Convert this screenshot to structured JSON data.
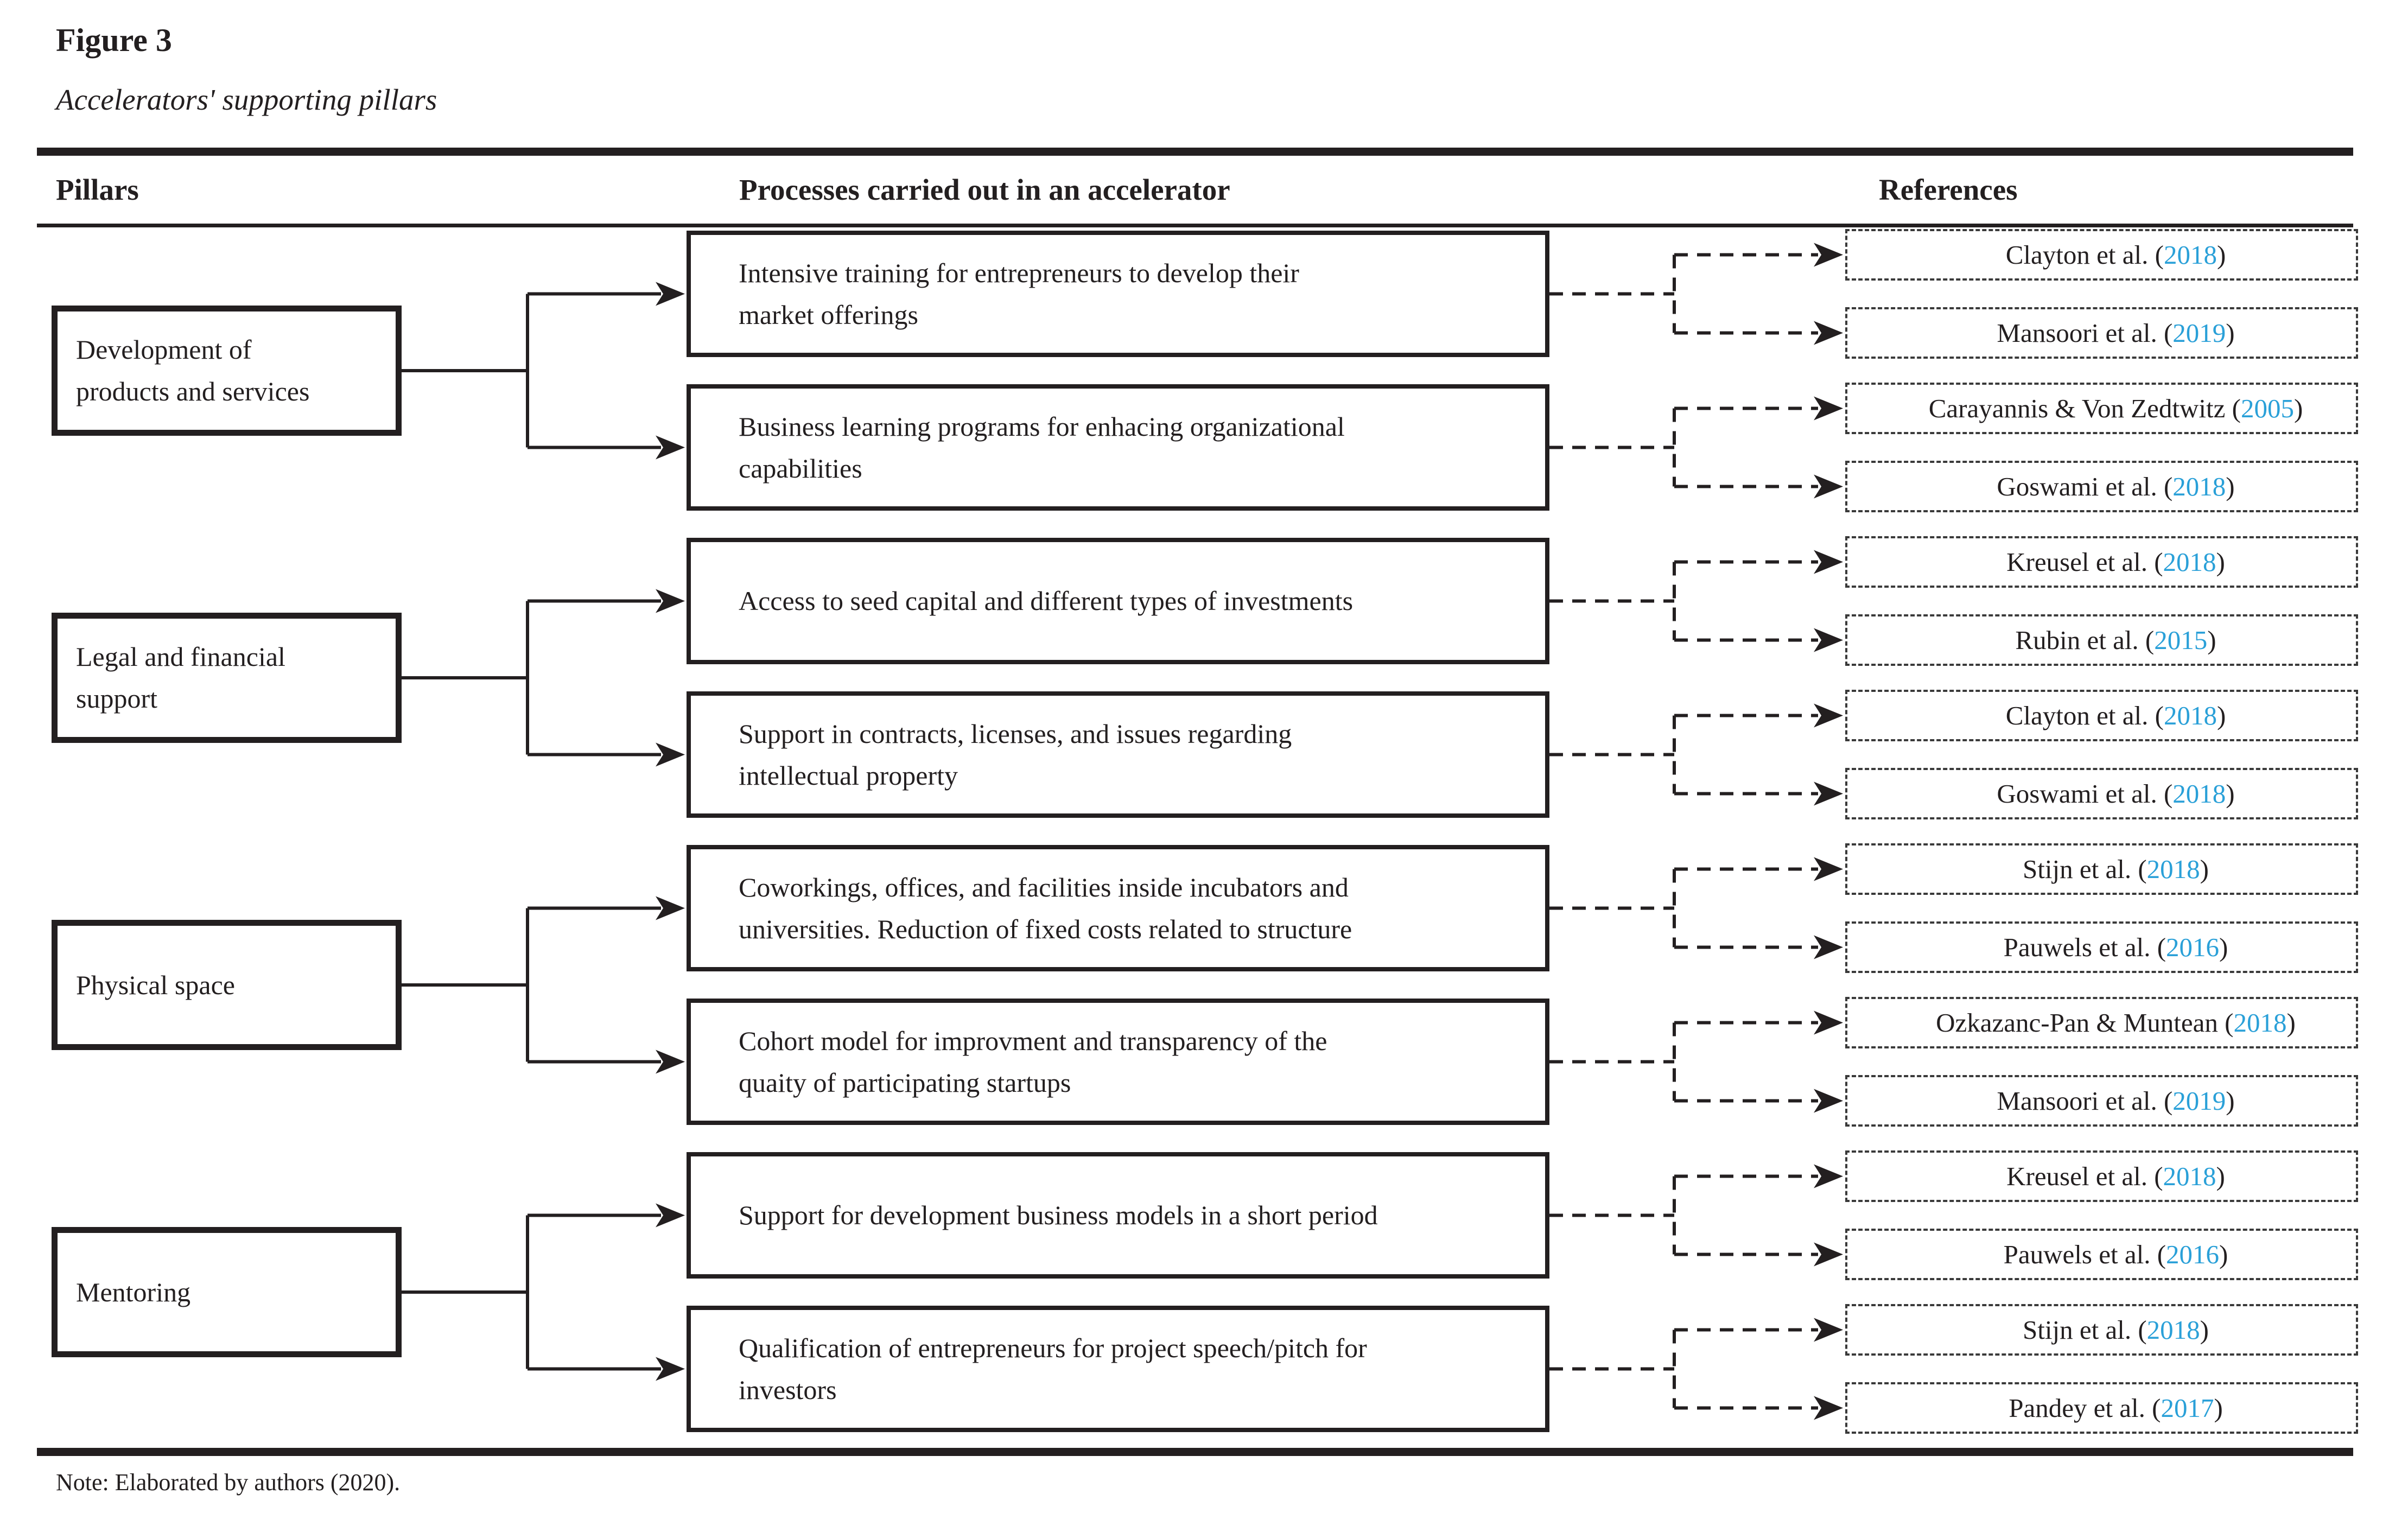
{
  "figure": {
    "label": "Figure 3",
    "caption": "Accelerators' supporting pillars",
    "note": "Note: Elaborated by authors (2020)."
  },
  "columns": {
    "pillars": "Pillars",
    "processes": "Processes carried out in an accelerator",
    "references": "References"
  },
  "pillars": [
    {
      "lines": [
        "Development of",
        "products and services"
      ]
    },
    {
      "lines": [
        "Legal and financial",
        "support"
      ]
    },
    {
      "lines": [
        "Physical space"
      ]
    },
    {
      "lines": [
        "Mentoring"
      ]
    }
  ],
  "processes": [
    {
      "lines": [
        "Intensive training for entrepreneurs to develop their",
        "market offerings"
      ]
    },
    {
      "lines": [
        "Business learning programs for enhacing organizational",
        "capabilities"
      ]
    },
    {
      "lines": [
        "Access to seed capital and different types of investments"
      ]
    },
    {
      "lines": [
        "Support in contracts, licenses, and issues regarding",
        "intellectual property"
      ]
    },
    {
      "lines": [
        "Coworkings, offices, and facilities inside incubators and",
        "universities. Reduction of fixed costs related to structure"
      ]
    },
    {
      "lines": [
        "Cohort model for improvment and transparency of the",
        "quaity of participating startups"
      ]
    },
    {
      "lines": [
        "Support for development business models in a short period"
      ]
    },
    {
      "lines": [
        "Qualification of entrepreneurs for project speech/pitch for",
        "investors"
      ]
    }
  ],
  "references": [
    {
      "text": "Clayton et al. (",
      "year": "2018",
      "close": ")"
    },
    {
      "text": "Mansoori et al. (",
      "year": "2019",
      "close": ")"
    },
    {
      "text": "Carayannis & Von Zedtwitz (",
      "year": "2005",
      "close": ")"
    },
    {
      "text": "Goswami et al. (",
      "year": "2018",
      "close": ")"
    },
    {
      "text": "Kreusel et al. (",
      "year": "2018",
      "close": ")"
    },
    {
      "text": "Rubin et al. (",
      "year": "2015",
      "close": ")"
    },
    {
      "text": "Clayton et al. (",
      "year": "2018",
      "close": ")"
    },
    {
      "text": "Goswami et al. (",
      "year": "2018",
      "close": ")"
    },
    {
      "text": "Stijn et al. (",
      "year": "2018",
      "close": ")"
    },
    {
      "text": "Pauwels et al. (",
      "year": "2016",
      "close": ")"
    },
    {
      "text": "Ozkazanc-Pan & Muntean (",
      "year": "2018",
      "close": ")"
    },
    {
      "text": "Mansoori et al. (",
      "year": "2019",
      "close": ")"
    },
    {
      "text": "Kreusel et al. (",
      "year": "2018",
      "close": ")"
    },
    {
      "text": "Pauwels et al. (",
      "year": "2016",
      "close": ")"
    },
    {
      "text": "Stijn et al. (",
      "year": "2018",
      "close": ")"
    },
    {
      "text": "Pandey et al. (",
      "year": "2017",
      "close": ")"
    }
  ],
  "colors": {
    "ink": "#231f20",
    "year_link": "#2aa0d8"
  }
}
